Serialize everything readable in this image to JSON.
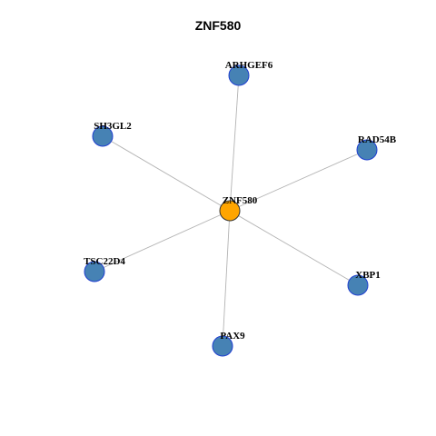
{
  "title": "ZNF580",
  "colors": {
    "center_fill": "#FFA500",
    "center_stroke": "#333333",
    "node_fill": "#4682B4",
    "node_stroke": "#1F3FD0",
    "edge": "#B3B3B3"
  },
  "network": {
    "center": "ZNF580",
    "nodes": [
      "ARHGEF6",
      "SH3GL2",
      "RAD54B",
      "TSC22D4",
      "XBP1",
      "PAX9"
    ],
    "edges": [
      [
        "ZNF580",
        "ARHGEF6"
      ],
      [
        "ZNF580",
        "SH3GL2"
      ],
      [
        "ZNF580",
        "RAD54B"
      ],
      [
        "ZNF580",
        "TSC22D4"
      ],
      [
        "ZNF580",
        "XBP1"
      ],
      [
        "ZNF580",
        "PAX9"
      ]
    ]
  }
}
